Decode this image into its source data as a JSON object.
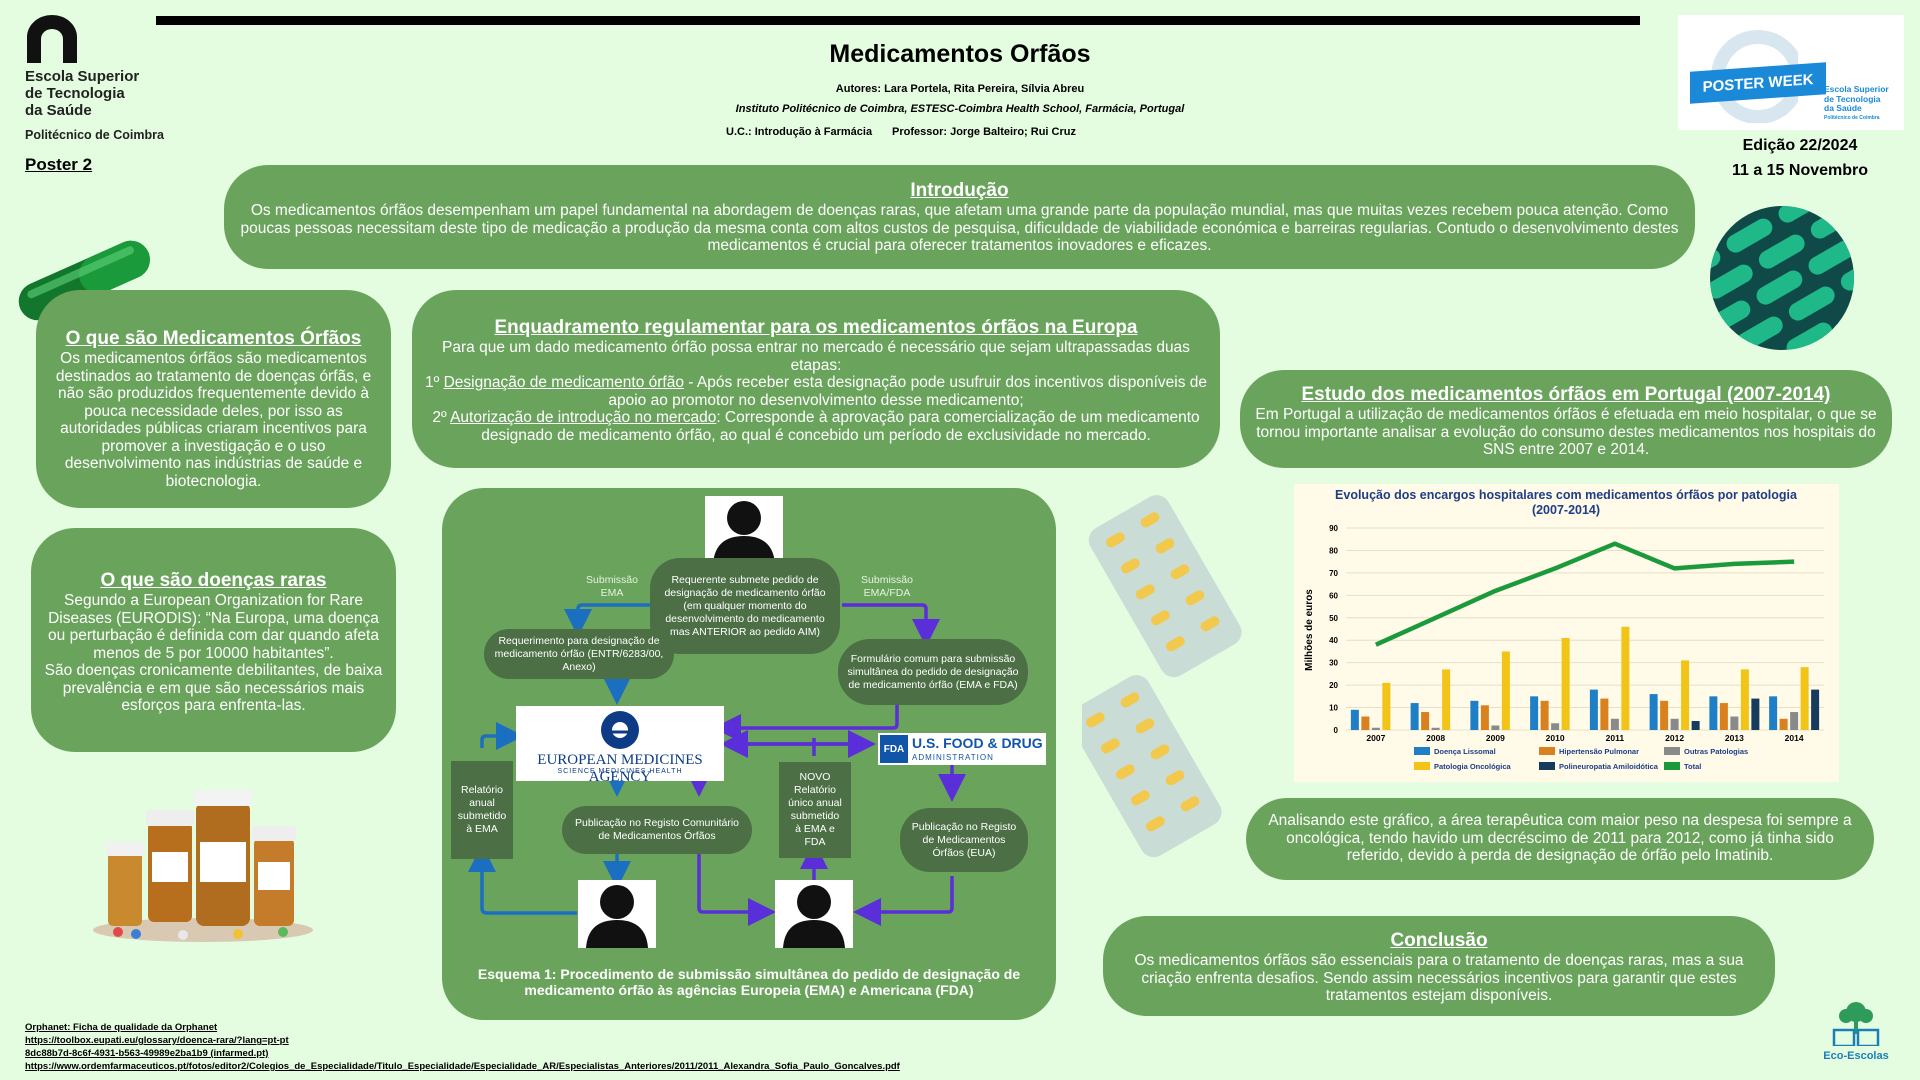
{
  "header": {
    "title": "Medicamentos Orfãos",
    "authors": "Autores:  Lara Portela, Rita Pereira, Sílvia Abreu",
    "institution": "Instituto Politécnico de Coimbra, ESTESC-Coimbra Health School, Farmácia, Portugal",
    "uc": "U.C.: Introdução à Farmácia",
    "professor": "Professor: Jorge Balteiro; Rui Cruz"
  },
  "school": {
    "line1": "Escola Superior",
    "line2": "de Tecnologia",
    "line3": "da Saúde",
    "sub": "Politécnico de Coimbra"
  },
  "poster_number": "Poster  2",
  "poster_week": {
    "badge": "POSTER WEEK",
    "school1": "Escola Superior",
    "school2": "de Tecnologia",
    "school3": "da Saúde",
    "school4": "Politécnico de Coimbra"
  },
  "edition": {
    "line1": "Edição 22/2024",
    "line2": "11 a 15 Novembro"
  },
  "intro": {
    "title": "Introdução",
    "text": "Os medicamentos órfãos desempenham um papel fundamental na abordagem de doenças raras, que afetam uma grande parte da população mundial, mas que muitas vezes recebem pouca atenção. Como poucas pessoas necessitam deste tipo de medicação a produção da mesma conta com altos custos de pesquisa, dificuldade de viabilidade económica e barreiras regularias. Contudo o desenvolvimento destes medicamentos é crucial para oferecer tratamentos inovadores e eficazes."
  },
  "what_orphan": {
    "title": "O que são Medicamentos Órfãos",
    "text": "Os medicamentos órfãos são medicamentos destinados ao tratamento de doenças órfãs, e não são produzidos frequentemente devido à pouca necessidade deles, por isso as autoridades públicas criaram incentivos para promover a investigação e o uso desenvolvimento nas indústrias de saúde e biotecnologia."
  },
  "rare_diseases": {
    "title": "O que são doenças raras",
    "text1": "Segundo a European Organization for Rare Diseases (EURODIS): “Na Europa, uma doença ou perturbação é definida com dar quando afeta menos de 5 por 10000 habitantes”.",
    "text2": "São doenças cronicamente debilitantes, de baixa prevalência e em que são necessários mais esforços para enfrenta-las."
  },
  "framework": {
    "title": "Enquadramento regulamentar para os medicamentos órfãos na Europa",
    "intro": "Para que um dado medicamento órfão possa entrar no mercado é necessário que sejam ultrapassadas duas etapas:",
    "s1_prefix": "1º ",
    "s1_link": "Designação de medicamento órfão",
    "s1_text": " - Após receber esta designação pode usufruir dos incentivos disponíveis de apoio ao promotor no desenvolvimento desse medicamento;",
    "s2_prefix": "2º ",
    "s2_link": "Autorização de introdução no mercado",
    "s2_text": ": Corresponde à aprovação para comercialização de um medicamento designado de medicamento órfão, ao qual é concebido um período de exclusividade no mercado."
  },
  "scheme": {
    "requester": "Requerente submete pedido de designação de medicamento órfão (em qualquer momento do desenvolvimento do medicamento mas ANTERIOR ao pedido AIM)",
    "sub_ema": "Submissão EMA",
    "sub_emafda": "Submissão EMA/FDA",
    "req_designation": "Requerimento para designação de medicamento órfão (ENTR/6283/00, Anexo)",
    "common_form": "Formulário comum para submissão simultânea do pedido de designação de medicamento órfão (EMA  e FDA)",
    "ema_name": "EUROPEAN MEDICINES AGENCY",
    "ema_sub": "SCIENCE   MEDICINES   HEALTH",
    "fda_tag": "FDA",
    "fda_name": "U.S. FOOD & DRUG",
    "fda_sub": "ADMINISTRATION",
    "annual_ema": "Relatório anual submetido à EMA",
    "publication_eu": "Publicação no Registo Comunitário de Medicamentos Órfãos",
    "new_report": "NOVO Relatório único anual submetido à EMA e FDA",
    "publication_us": "Publicação no Registo de Medicamentos Órfãos (EUA)",
    "caption": "Esquema 1: Procedimento de submissão simultânea do pedido de designação de medicamento órfão às agências Europeia (EMA) e Americana (FDA)"
  },
  "study": {
    "title": "Estudo dos medicamentos órfãos em Portugal (2007-2014)",
    "text": "Em Portugal a utilização de medicamentos órfãos é efetuada em meio hospitalar, o que se tornou importante analisar a evolução do consumo destes medicamentos nos hospitais do SNS entre 2007 e 2014."
  },
  "analysis": {
    "text": "Analisando este gráfico, a área terapêutica com maior peso na despesa foi sempre a oncológica, tendo havido um decréscimo de 2011 para 2012, como já tinha sido referido, devido à perda de designação de órfão pelo Imatinib."
  },
  "conclusion": {
    "title": "Conclusão",
    "text": "Os medicamentos órfãos são essenciais para o tratamento de doenças raras, mas a sua criação enfrenta desafios. Sendo assim necessários incentivos para garantir que estes tratamentos estejam disponíveis."
  },
  "references": [
    "Orphanet: Ficha de qualidade da Orphanet",
    "https://toolbox.eupati.eu/glossary/doenca-rara/?lang=pt-pt",
    "8dc88b7d-8c6f-4931-b563-49989e2ba1b9 (infarmed.pt)",
    "https://www.ordemfarmaceuticos.pt/fotos/editor2/Colegios_de_Especialidade/Titulo_Especialidade/Especialidade_AR/Especialistas_Anteriores/2011/2011_Alexandra_Sofia_Paulo_Goncalves.pdf"
  ],
  "eco": "Eco-Escolas",
  "chart_data": {
    "type": "bar",
    "title": "Evolução dos encargos hospitalares com medicamentos órfãos por patologia (2007-2014)",
    "xlabel": "",
    "ylabel": "Milhões de euros",
    "ylim": [
      0,
      90
    ],
    "yticks": [
      0,
      10,
      20,
      30,
      40,
      50,
      60,
      70,
      80,
      90
    ],
    "categories": [
      "2007",
      "2008",
      "2009",
      "2010",
      "2011",
      "2012",
      "2013",
      "2014"
    ],
    "series": [
      {
        "name": "Doença Lissomal",
        "color": "#1f7fc6",
        "values": [
          9,
          12,
          13,
          15,
          18,
          16,
          15,
          15
        ]
      },
      {
        "name": "Hipertensão Pulmonar",
        "color": "#d9801f",
        "values": [
          6,
          8,
          11,
          13,
          14,
          13,
          12,
          5
        ]
      },
      {
        "name": "Outras Patologias",
        "color": "#8a8a8a",
        "values": [
          1,
          1,
          2,
          3,
          5,
          5,
          6,
          8
        ]
      },
      {
        "name": "Patologia Oncológica",
        "color": "#f2c418",
        "values": [
          21,
          27,
          35,
          41,
          46,
          31,
          27,
          28
        ]
      },
      {
        "name": "Polineuropatia Amiloidótica",
        "color": "#163b5c",
        "values": [
          0,
          0,
          0,
          0,
          0,
          4,
          14,
          18
        ]
      }
    ],
    "line": {
      "name": "Total",
      "color": "#1b9a3c",
      "values": [
        38,
        50,
        62,
        72,
        83,
        72,
        74,
        75
      ]
    },
    "legend": "bottom"
  }
}
